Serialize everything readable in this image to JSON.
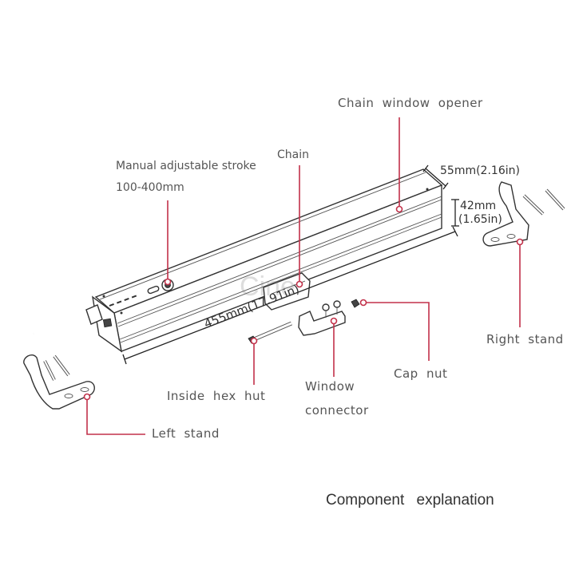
{
  "diagram": {
    "title": "Component explanation",
    "watermark": "Cine",
    "accent_color": "#c2314a",
    "components": {
      "opener": "Chain window opener",
      "chain": "Chain",
      "stroke_line1": "Manual adjustable stroke",
      "stroke_line2": "100-400mm",
      "right_stand": "Right stand",
      "left_stand": "Left stand",
      "cap_nut": "Cap nut",
      "window_connector_line1": "Window",
      "window_connector_line2": "connector",
      "inside_hex_nut": "Inside hex hut"
    },
    "dimensions": {
      "length": "455mm(17.91in)",
      "width": "55mm(2.16in)",
      "height_line1": "42mm",
      "height_line2": "(1.65in)"
    }
  }
}
